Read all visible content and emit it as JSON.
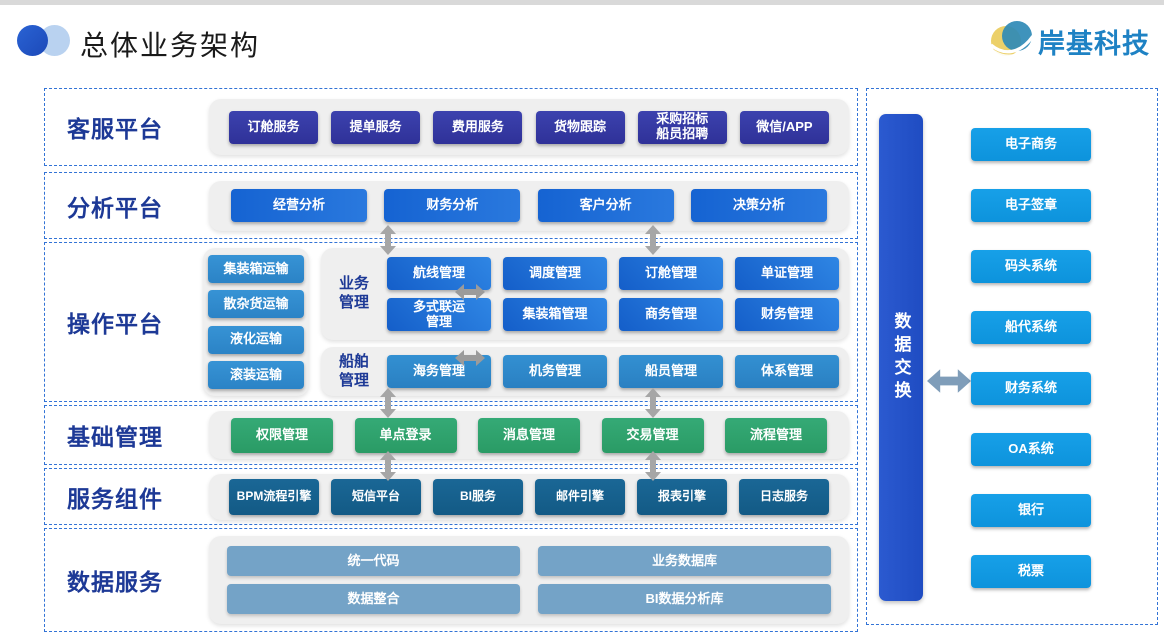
{
  "header": {
    "title": "总体业务架构",
    "brand": "岸基科技"
  },
  "rows": {
    "customer": {
      "label": "客服平台",
      "buttons": [
        "订舱服务",
        "提单服务",
        "费用服务",
        "货物跟踪",
        "采购招标\n船员招聘",
        "微信/APP"
      ]
    },
    "analysis": {
      "label": "分析平台",
      "buttons": [
        "经营分析",
        "财务分析",
        "客户分析",
        "决策分析"
      ]
    },
    "operation": {
      "label": "操作平台",
      "transport": [
        "集装箱运输",
        "散杂货运输",
        "液化运输",
        "滚装运输"
      ],
      "business": {
        "label": "业务\n管理",
        "buttons": [
          "航线管理",
          "调度管理",
          "订舱管理",
          "单证管理",
          "多式联运\n管理",
          "集装箱管理",
          "商务管理",
          "财务管理"
        ]
      },
      "ship": {
        "label": "船舶\n管理",
        "buttons": [
          "海务管理",
          "机务管理",
          "船员管理",
          "体系管理"
        ]
      }
    },
    "basic": {
      "label": "基础管理",
      "buttons": [
        "权限管理",
        "单点登录",
        "消息管理",
        "交易管理",
        "流程管理"
      ]
    },
    "service": {
      "label": "服务组件",
      "buttons": [
        "BPM流程引擎",
        "短信平台",
        "BI服务",
        "邮件引擎",
        "报表引擎",
        "日志服务"
      ]
    },
    "data": {
      "label": "数据服务",
      "buttons": [
        "统一代码",
        "业务数据库",
        "数据整合",
        "BI数据分析库"
      ]
    }
  },
  "right_panel": {
    "bar_label": "数据交换",
    "systems": [
      "电子商务",
      "电子签章",
      "码头系统",
      "船代系统",
      "财务系统",
      "OA系统",
      "银行",
      "税票"
    ]
  },
  "colors": {
    "indigo_button": "#3136a0",
    "blue_button": "#1d6ed8",
    "cyan_button": "#2e87cb",
    "grid_button": "#1f6fd6",
    "green_button": "#2fa371",
    "navy_button": "#15618e",
    "steel_button": "#74a3c7",
    "azure_button": "#0f9ade",
    "exchange_bar": "#2251cb",
    "label_text": "#1d3996",
    "brand_text": "#1e82c4",
    "arrow_gray": "#a6a6a6",
    "arrow_steel": "#7f9db9",
    "dashed_border": "#3273d6"
  }
}
